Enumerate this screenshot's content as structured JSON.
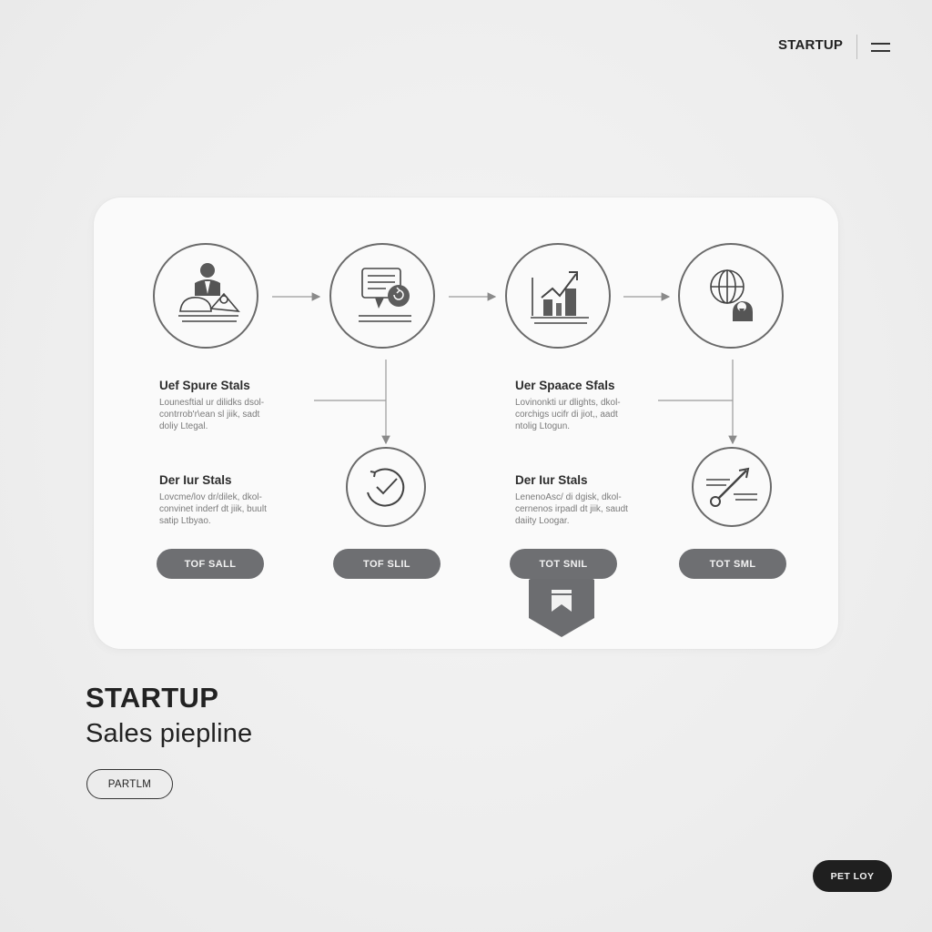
{
  "header": {
    "brand": "STARTUP",
    "menu_icon": "hamburger-menu-icon"
  },
  "pipeline": {
    "stages": [
      {
        "icon": "salesperson-icon"
      },
      {
        "icon": "message-refresh-icon"
      },
      {
        "icon": "growth-chart-icon"
      },
      {
        "icon": "globe-location-icon"
      }
    ],
    "center_icon": "bookmark-hexagon-icon",
    "secondary_icons": [
      "checkmark-circle-icon",
      "trend-arrow-icon"
    ],
    "text_blocks": [
      {
        "title": "Uef Spure Stals",
        "lines": [
          "Lounesftial ur dilidks  dsol-",
          "contrrob'r\\ean sl  jiik,  sadt",
          "doliy  Ltegal."
        ]
      },
      {
        "title": "Uer Spaace Sfals",
        "lines": [
          "Lovinonkti ur dlights,  dkol-",
          "corchigs  ucifr  di  jiot,,  aadt",
          "ntolig  Ltogun."
        ]
      },
      {
        "title": "Der  Iur Stals",
        "lines": [
          "Lovcme/lov  dr/dilek,  dkol-",
          "convinet inderf dt  jiik,  buult",
          "satip  Ltbyao."
        ]
      },
      {
        "title": "Der  Iur Stals",
        "lines": [
          "LenenoAsc/  di  dgisk,  dkol-",
          "cernenos irpadl  dt  jiik,  saudt",
          "daiity  Loogar."
        ]
      }
    ],
    "buttons": [
      "TOF SALL",
      "TOF SLIL",
      "TOT SNIL",
      "TOT SML"
    ]
  },
  "hero": {
    "title": "STARTUP",
    "subtitle": "Sales piepline",
    "outline_button": "PARTLM",
    "dark_button": "PET LOY"
  }
}
